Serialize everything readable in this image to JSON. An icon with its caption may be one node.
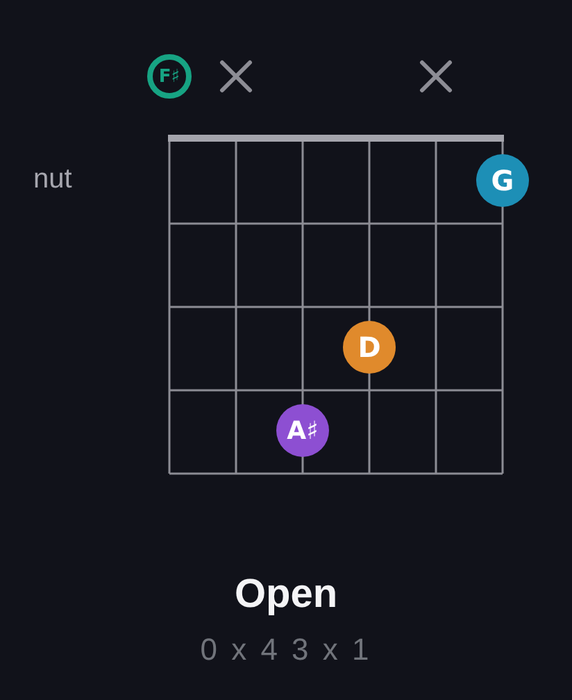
{
  "diagram": {
    "title": "Open",
    "caption": "0 x 4 3 x 1",
    "nodes": [
      {
        "text": [
          "F♯"
        ]
      },
      {
        "text": [
          "G"
        ]
      },
      {
        "text": [
          "D"
        ]
      },
      {
        "text": [
          "A♯"
        ]
      }
    ],
    "edges": [],
    "labels": [
      "nut"
    ]
  }
}
